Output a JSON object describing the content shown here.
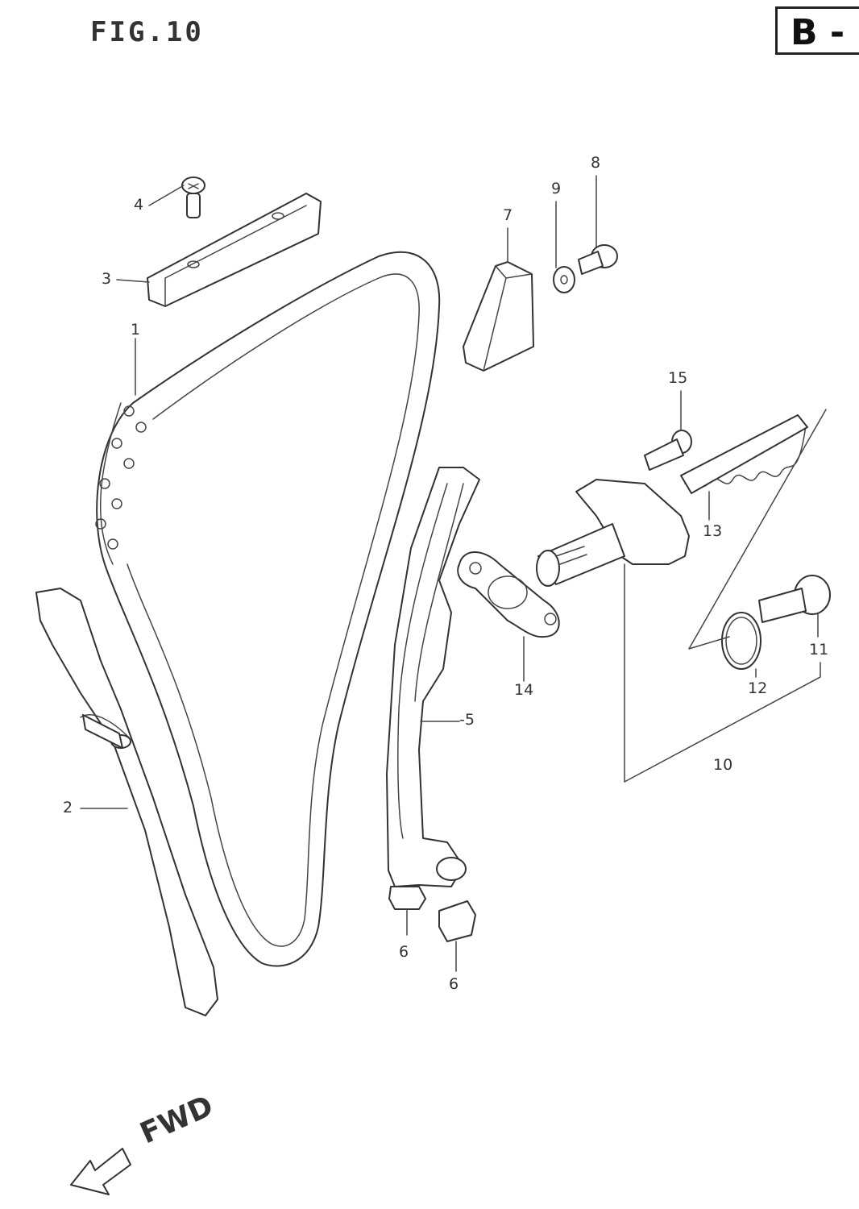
{
  "figure": {
    "title": "FIG.10",
    "section": "B -",
    "direction_label": "FWD"
  },
  "callouts": [
    {
      "id": "1",
      "text": "1"
    },
    {
      "id": "2",
      "text": "2"
    },
    {
      "id": "3",
      "text": "3"
    },
    {
      "id": "4",
      "text": "4"
    },
    {
      "id": "5",
      "text": "-5"
    },
    {
      "id": "6a",
      "text": "6"
    },
    {
      "id": "6b",
      "text": "6"
    },
    {
      "id": "7",
      "text": "7"
    },
    {
      "id": "8",
      "text": "8"
    },
    {
      "id": "9",
      "text": "9"
    },
    {
      "id": "10",
      "text": "10"
    },
    {
      "id": "11",
      "text": "11"
    },
    {
      "id": "12",
      "text": "12"
    },
    {
      "id": "13",
      "text": "13"
    },
    {
      "id": "14",
      "text": "14"
    },
    {
      "id": "15",
      "text": "15"
    }
  ],
  "icons": {
    "direction_arrow": "fwd-arrow-icon"
  },
  "colors": {
    "line": "#333333",
    "background": "#ffffff"
  }
}
